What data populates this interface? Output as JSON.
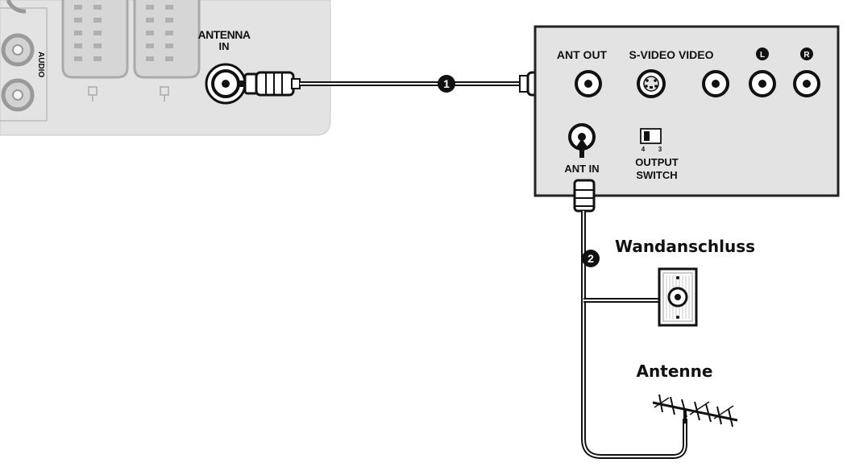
{
  "tv_panel": {
    "audio_label": "AUDIO",
    "antenna_in_line1": "ANTENNA",
    "antenna_in_line2": "IN"
  },
  "vcr_panel": {
    "ant_out": "ANT OUT",
    "s_video_video": "S-VIDEO VIDEO",
    "left_marker": "L",
    "right_marker": "R",
    "ant_in": "ANT IN",
    "switch_ch_4": "4",
    "switch_ch_3": "3",
    "output_switch_line1": "OUTPUT",
    "output_switch_line2": "SWITCH"
  },
  "cable_markers": {
    "cable_1": "1",
    "cable_2": "2"
  },
  "wall_outlet": {
    "label": "Wandanschluss"
  },
  "antenna": {
    "label": "Antenne"
  }
}
